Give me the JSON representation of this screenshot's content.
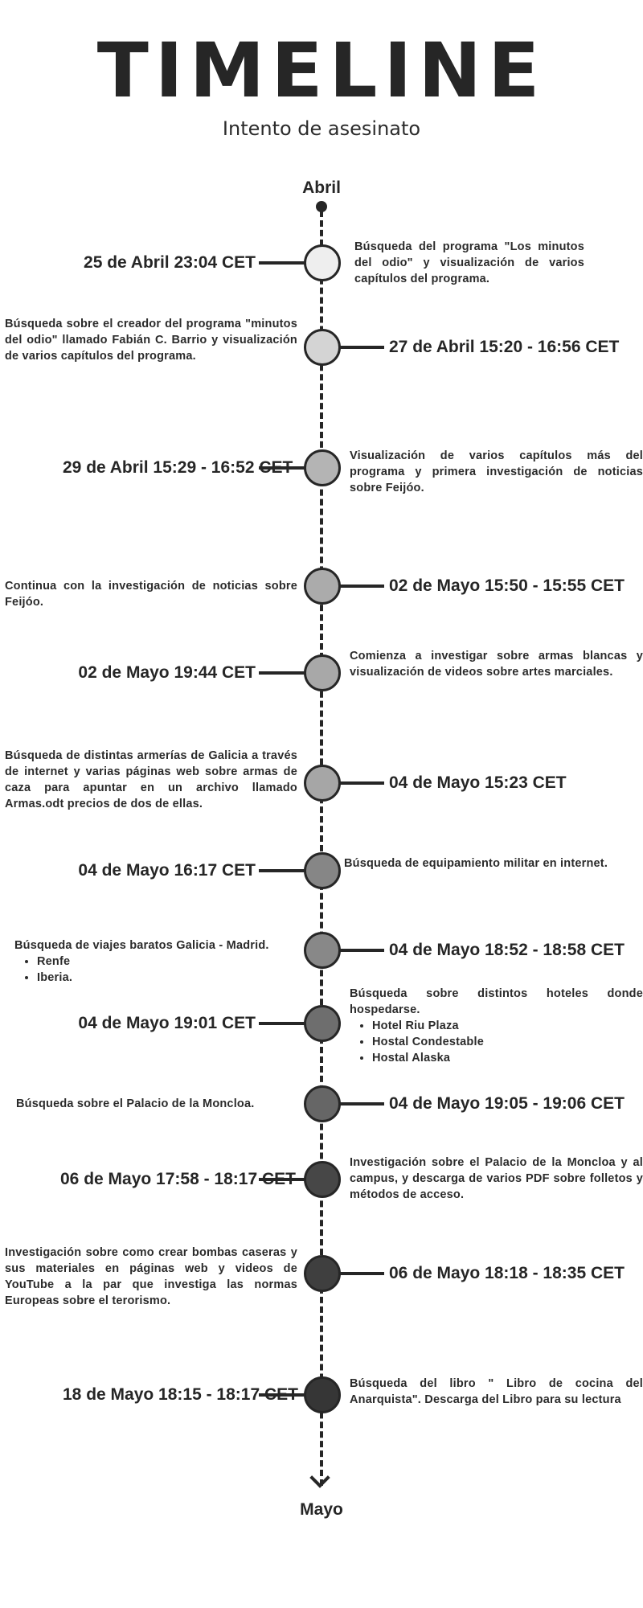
{
  "header": {
    "title": "TIMELINE",
    "subtitle": "Intento de asesinato"
  },
  "months": {
    "start": "Abril",
    "end": "Mayo"
  },
  "colors": {
    "line": "#262626",
    "node_shades": [
      "#eeeeee",
      "#d4d4d4",
      "#b4b4b4",
      "#ababab",
      "#a8a8a8",
      "#a6a6a6",
      "#868686",
      "#888888",
      "#6e6e6e",
      "#666666",
      "#474747",
      "#3f3f3f",
      "#363636"
    ]
  },
  "events": [
    {
      "date": "25 de Abril 23:04 CET",
      "description": "Búsqueda del programa \"Los minutos del odio\" y visualización de varios capítulos del programa."
    },
    {
      "date": "27 de Abril 15:20 - 16:56 CET",
      "description": "Búsqueda sobre el creador del programa \"minutos del odio\" llamado Fabián C. Barrio y visualización de varios capítulos del programa."
    },
    {
      "date": "29 de Abril 15:29 - 16:52 CET",
      "description": "Visualización de varios capítulos más del programa y primera investigación de noticias sobre Feijóo."
    },
    {
      "date": "02 de Mayo 15:50 - 15:55 CET",
      "description": "Continua con la investigación de noticias sobre Feijóo."
    },
    {
      "date": "02 de Mayo 19:44 CET",
      "description": "Comienza a investigar sobre armas blancas y visualización de videos sobre artes marciales."
    },
    {
      "date": "04 de Mayo 15:23 CET",
      "description": "Búsqueda de distintas armerías de Galicia a través de internet y varias páginas web sobre armas de caza para apuntar en un archivo llamado Armas.odt precios de dos de ellas."
    },
    {
      "date": "04 de Mayo 16:17 CET",
      "description": "Búsqueda de equipamiento militar en internet."
    },
    {
      "date": "04 de Mayo 18:52 - 18:58 CET",
      "description": "Búsqueda de viajes baratos Galicia - Madrid.",
      "bullets": [
        "Renfe",
        "Iberia."
      ]
    },
    {
      "date": "04 de Mayo 19:01 CET",
      "description": "Búsqueda sobre distintos hoteles donde hospedarse.",
      "bullets": [
        "Hotel Riu Plaza",
        "Hostal Condestable",
        "Hostal Alaska"
      ]
    },
    {
      "date": "04 de Mayo 19:05 - 19:06 CET",
      "description": "Búsqueda sobre el Palacio de la Moncloa."
    },
    {
      "date": "06 de Mayo 17:58 - 18:17 CET",
      "description": "Investigación sobre el Palacio de la Moncloa y al campus, y descarga de varios PDF sobre folletos y métodos de acceso."
    },
    {
      "date": "06 de Mayo 18:18 - 18:35 CET",
      "description": "Investigación sobre como crear bombas caseras y sus materiales en páginas web y videos de YouTube a la par que investiga las normas Europeas sobre el terorismo."
    },
    {
      "date": "18 de Mayo 18:15 - 18:17 CET",
      "description": "Búsqueda del libro \" Libro de cocina del Anarquista\". Descarga del Libro para su lectura"
    }
  ]
}
